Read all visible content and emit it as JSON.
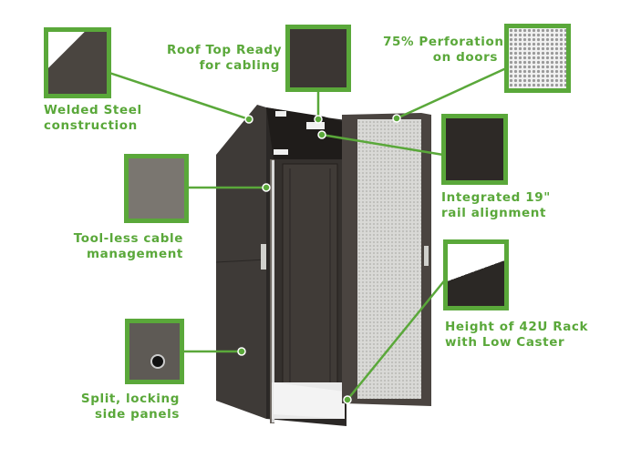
{
  "diagram": {
    "subject": "Server rack cabinet feature callouts",
    "accent_color": "#5aa83a",
    "callouts": [
      {
        "id": "welded-steel",
        "text": "Welded Steel\nconstruction"
      },
      {
        "id": "roof-top",
        "text": "Roof Top Ready\nfor cabling"
      },
      {
        "id": "perforation",
        "text": "75% Perforation\non doors"
      },
      {
        "id": "rail-alignment",
        "text": "Integrated 19\"\nrail alignment"
      },
      {
        "id": "cable-management",
        "text": "Tool-less cable\nmanagement"
      },
      {
        "id": "height",
        "text": "Height of 42U Rack\nwith Low Caster"
      },
      {
        "id": "side-panels",
        "text": "Split, locking\nside panels"
      }
    ]
  }
}
